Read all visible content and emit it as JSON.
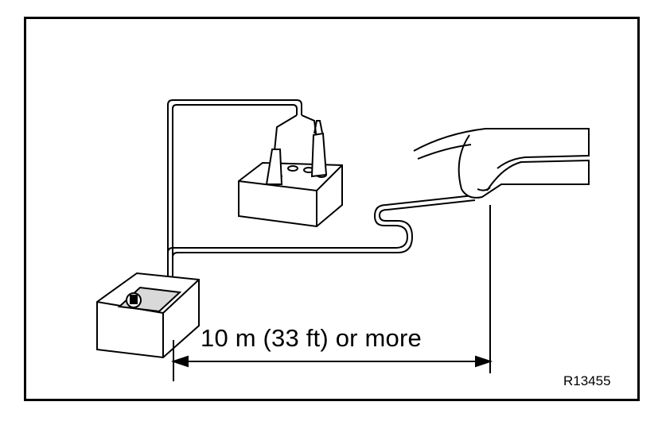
{
  "diagram": {
    "dimension_label": "10 m (33 ft) or more",
    "figure_code": "R13455",
    "components": [
      "tester-unit-icon",
      "battery-icon",
      "jumper-clips-icon",
      "hand-icon",
      "cable"
    ],
    "colors": {
      "line": "#000000",
      "background": "#ffffff",
      "shade": "#d9d9d9"
    }
  }
}
